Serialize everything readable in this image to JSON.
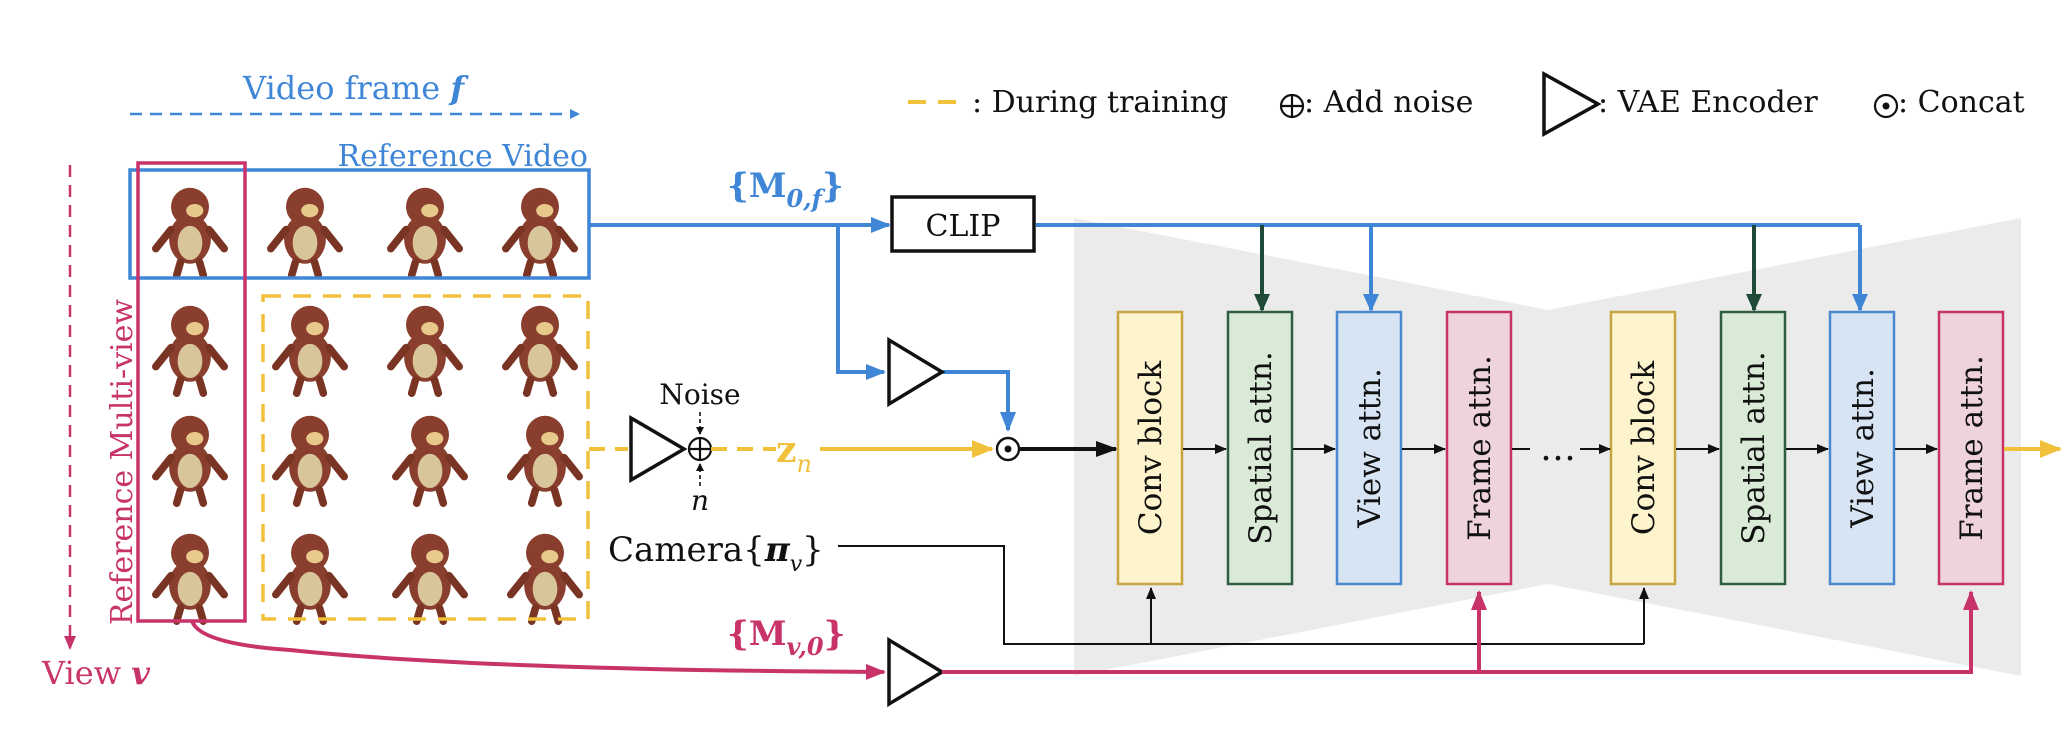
{
  "legend": {
    "training": ": During training",
    "noise": ": Add noise",
    "vae": ": VAE Encoder",
    "concat": ": Concat"
  },
  "axes": {
    "frame_label": "Video frame ",
    "frame_var": "f",
    "view_label": "View ",
    "view_var": "v"
  },
  "reference": {
    "video": "Reference Video",
    "multiview": "Reference Multi-view"
  },
  "inputs": {
    "m0f_open": "{",
    "m0f_M": "M",
    "m0f_sub": "0,f",
    "m0f_close": "}",
    "mv0_open": "{",
    "mv0_M": "M",
    "mv0_sub": "v,0",
    "mv0_close": "}",
    "noise": "Noise",
    "n": "n",
    "z": "z",
    "z_sub": "n",
    "camera": "Camera",
    "cam_open": "{",
    "cam_pi": "π",
    "cam_sub": "v",
    "cam_close": "}"
  },
  "clip": "CLIP",
  "ellipsis": "…",
  "blocks": [
    {
      "label": "Conv block"
    },
    {
      "label": "Spatial attn."
    },
    {
      "label": "View attn."
    },
    {
      "label": "Frame attn."
    },
    {
      "label": "Conv block"
    },
    {
      "label": "Spatial attn."
    },
    {
      "label": "View attn."
    },
    {
      "label": "Frame attn."
    }
  ],
  "colors": {
    "blue": "#3f86d6",
    "magenta": "#c8336a",
    "yellow": "#f2c13c",
    "dark_green": "#1e4a37",
    "conv_fill": "#fdf3cc",
    "conv_stroke": "#c7a642",
    "spatial_fill": "#d9ead6",
    "spatial_stroke": "#2f5e40",
    "view_fill": "#d6e4f4",
    "view_stroke": "#4a88cf",
    "frame_fill": "#eed3dc",
    "frame_stroke": "#c8336a",
    "unet_bg": "#ebebeb"
  },
  "icons": [
    "vae-encoder-icon",
    "add-noise-icon",
    "concat-icon",
    "character-thumbnail"
  ]
}
